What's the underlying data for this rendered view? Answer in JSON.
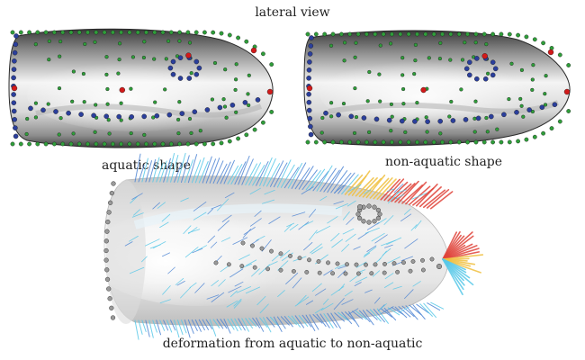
{
  "labels": {
    "title": "lateral view",
    "aquatic": "aquatic shape",
    "non_aquatic": "non-aquatic shape",
    "caption": "deformation from aquatic to non-aquatic"
  },
  "colors": {
    "surface_light": "#f2f2f2",
    "surface_dark": "#7c7c7c",
    "surface_rim": "#2e2e2e",
    "landmark_green": "#2f9e3a",
    "landmark_blue": "#2b3f9c",
    "landmark_red": "#d21a1a",
    "landmark_grey": "#9a9a9a",
    "vector_cyan": "#58c8e8",
    "vector_blue": "#4f86d4",
    "vector_yellow": "#f0c040",
    "vector_red": "#e0443a"
  }
}
